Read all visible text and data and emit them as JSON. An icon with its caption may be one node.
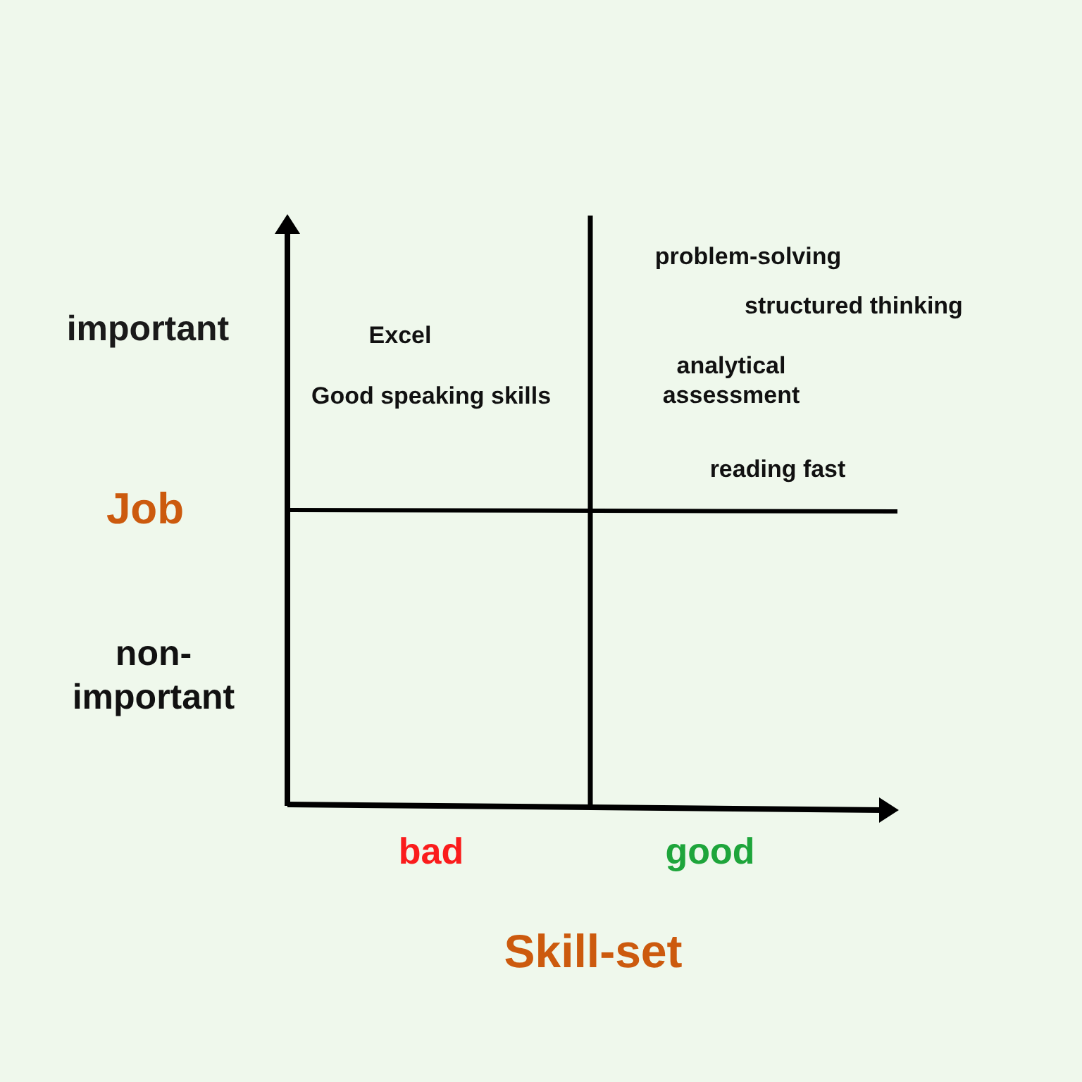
{
  "diagram": {
    "labels": [
      "important",
      "Excel",
      "Good speaking skills",
      "problem-solving",
      "structured thinking",
      "analytical assessment",
      "reading fast",
      "Job",
      "non-important",
      "bad",
      "good",
      "Skill-set"
    ]
  }
}
